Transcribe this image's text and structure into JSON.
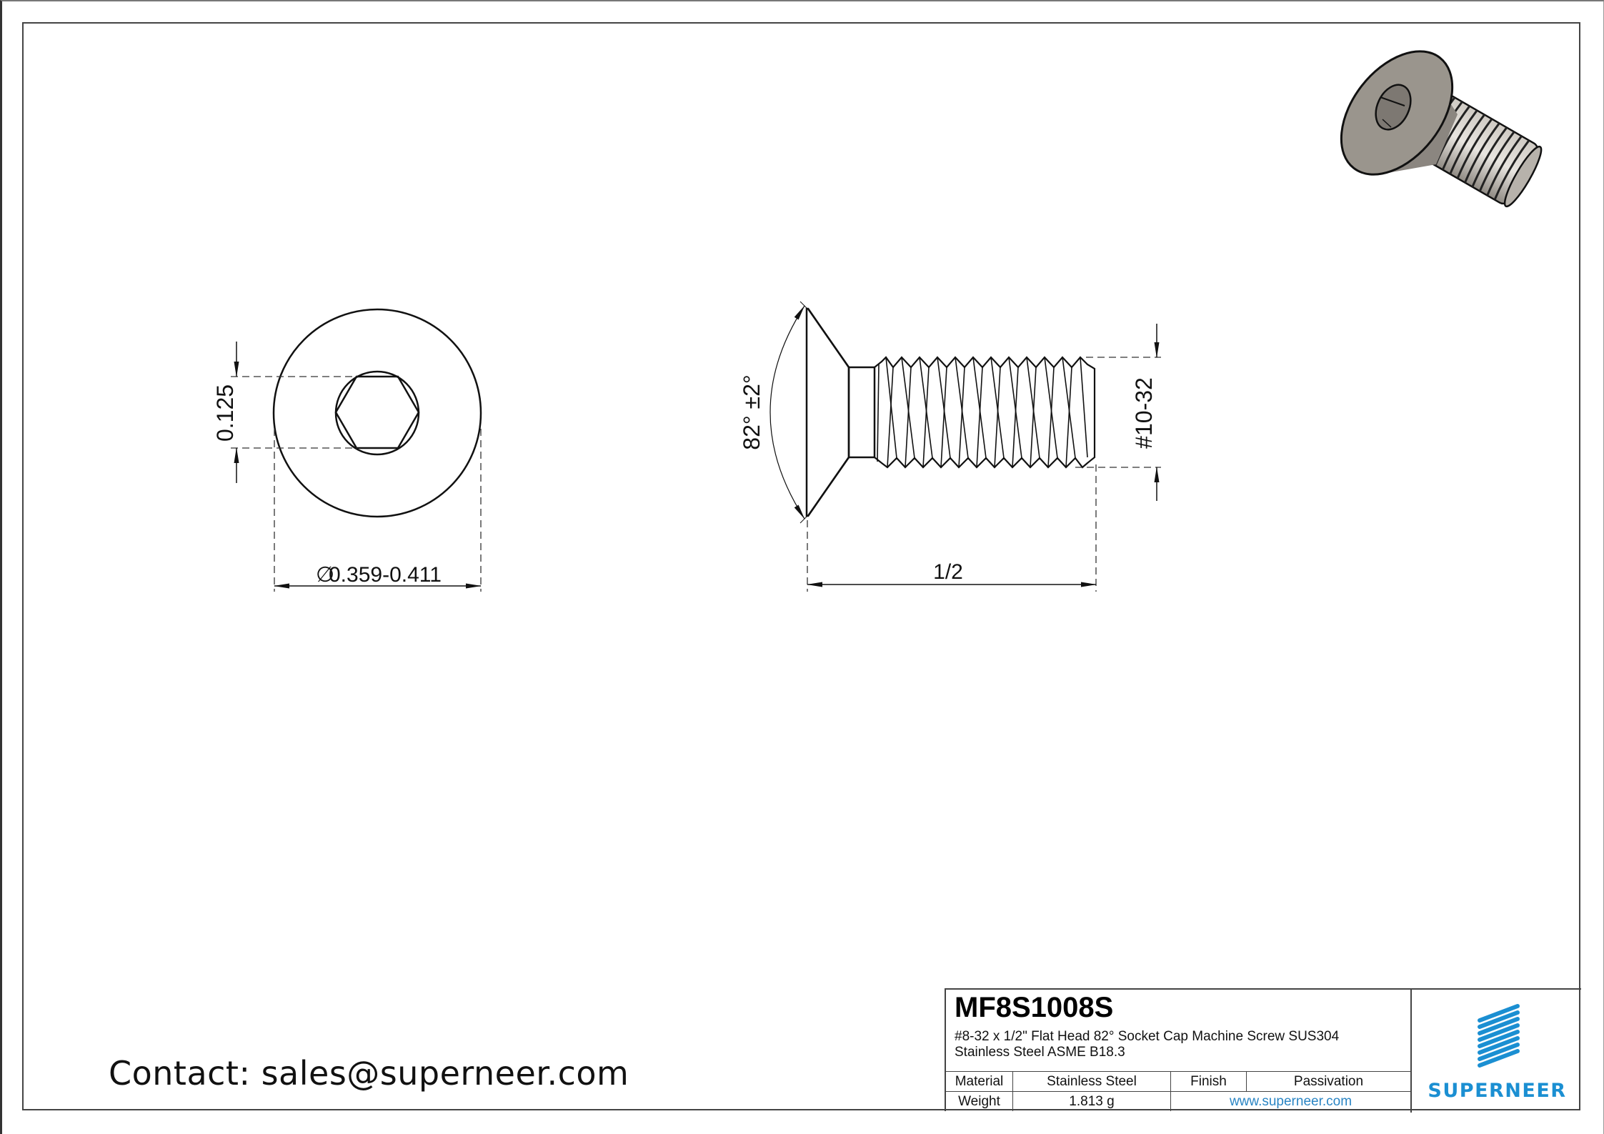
{
  "drawing": {
    "end_view": {
      "hex_socket_dim": "0.125",
      "head_diameter_dim": "0.359-0.411",
      "diameter_symbol": "∅"
    },
    "side_view": {
      "head_angle_dim": "82° ±2°",
      "thread_dim": "#10-32",
      "length_dim": "1/2"
    },
    "iso_view": {
      "label": "3d-render-flat-head-socket-screw"
    }
  },
  "contact": {
    "text": "Contact: sales@superneer.com"
  },
  "title_block": {
    "part_number": "MF8S1008S",
    "description_line1": "#8-32  x 1/2\" Flat Head 82° Socket Cap Machine Screw SUS304",
    "description_line2": "Stainless Steel ASME B18.3",
    "table": {
      "material_label": "Material",
      "material_value": "Stainless Steel",
      "finish_label": "Finish",
      "finish_value": "Passivation",
      "weight_label": "Weight",
      "weight_value": "1.813 g",
      "website": "www.superneer.com"
    },
    "logo": {
      "text": "SUPERNEER",
      "color": "#1b8fd2"
    }
  },
  "colors": {
    "line": "#111111",
    "dim_line": "#222222",
    "brand_blue": "#1b8fd2",
    "link_blue": "#2a85c4",
    "render_gray": "#9a958d"
  }
}
